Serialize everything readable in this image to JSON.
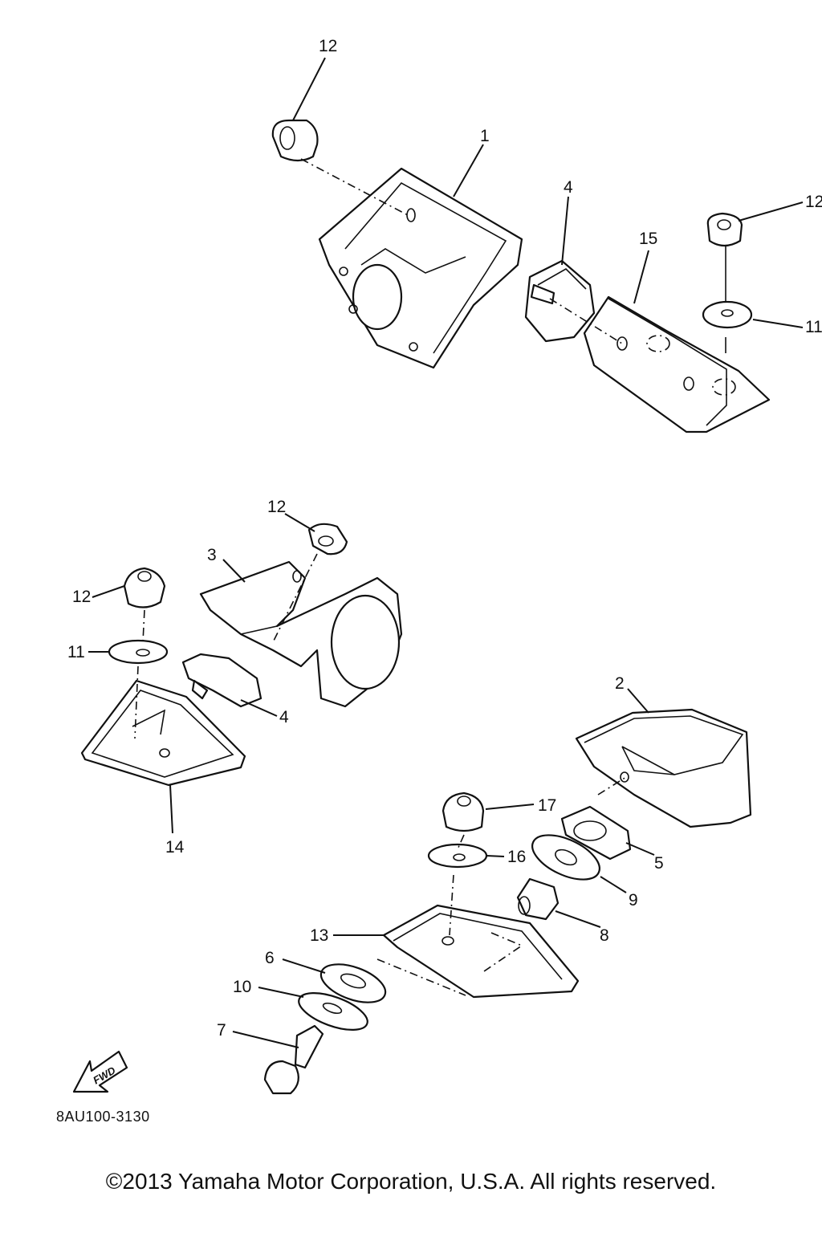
{
  "callouts": [
    "1",
    "2",
    "3",
    "4",
    "4",
    "5",
    "6",
    "7",
    "8",
    "9",
    "10",
    "11",
    "11",
    "12",
    "12",
    "12",
    "12",
    "13",
    "14",
    "15",
    "16",
    "17"
  ],
  "fwd_label": "FWD",
  "diagram_code": "8AU100-3130",
  "copyright": "©2013 Yamaha Motor Corporation, U.S.A. All rights reserved."
}
